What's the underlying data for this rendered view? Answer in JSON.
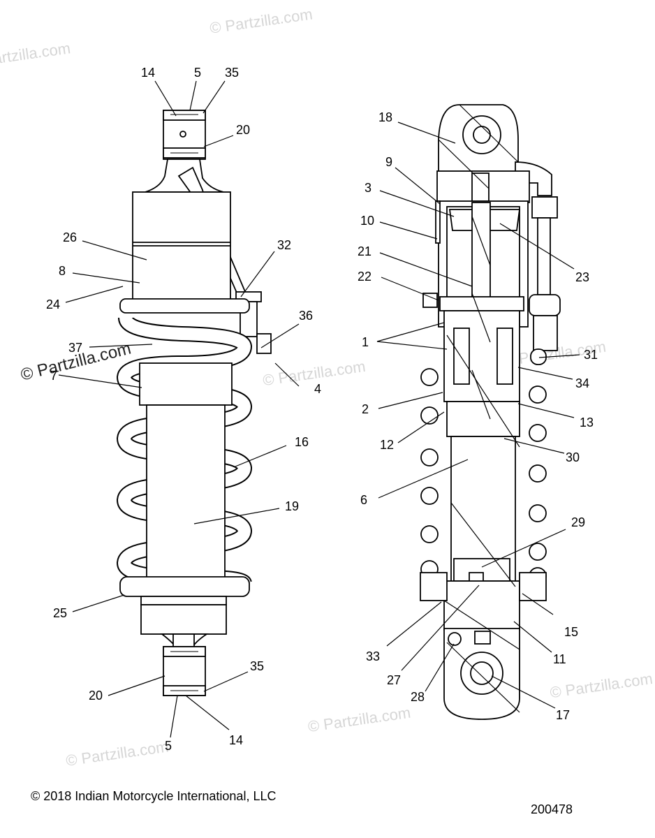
{
  "watermark": "© Partzilla.com",
  "footer": {
    "copyright": "© 2018 Indian Motorcycle International, LLC",
    "drawing_number": "200478"
  },
  "callouts": {
    "left": [
      "14",
      "5",
      "35",
      "20",
      "26",
      "8",
      "24",
      "32",
      "36",
      "37",
      "4",
      "7",
      "16",
      "19",
      "25",
      "20",
      "35",
      "5",
      "14"
    ],
    "right": [
      "18",
      "9",
      "3",
      "10",
      "21",
      "22",
      "23",
      "1",
      "31",
      "34",
      "2",
      "13",
      "12",
      "30",
      "6",
      "29",
      "15",
      "33",
      "27",
      "11",
      "28",
      "17"
    ]
  }
}
